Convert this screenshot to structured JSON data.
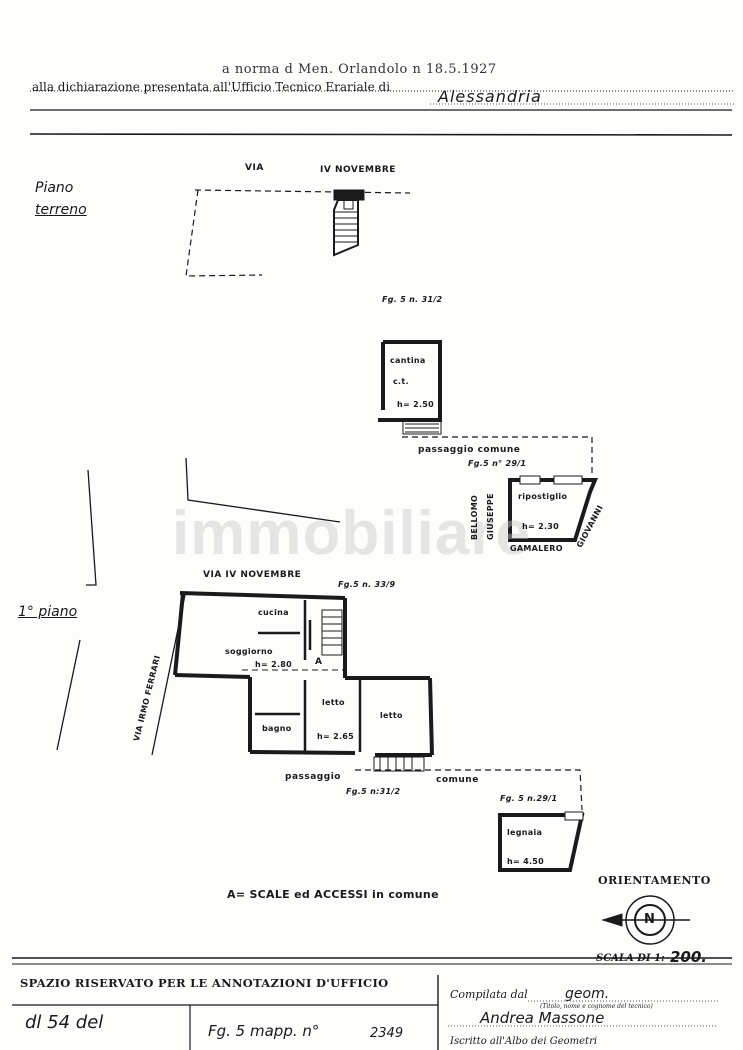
{
  "header": {
    "truncated_top": "a norma d Men. Orlandolo n 18.5.1927",
    "declaration": "alla dichiarazione presentata all'Ufficio Tecnico Erariale di",
    "city": "Alessandria"
  },
  "ground_floor": {
    "label_line1": "Piano",
    "label_line2": "terreno",
    "street_label_1": "VIA",
    "street_label_2": "IV NOVEMBRE",
    "parcel_31_2": "Fg. 5 n. 31/2",
    "cantina": "cantina",
    "cantina_ct": "c.t.",
    "cantina_h": "h= 2.50",
    "passage": "passaggio comune",
    "parcel_29_1": "Fg.5 n° 29/1",
    "ripostiglio": "ripostiglio",
    "ripostiglio_h": "h= 2.30",
    "neighbor_1a": "BELLOMO",
    "neighbor_1b": "GIUSEPPE",
    "neighbor_2a": "GAMALERO",
    "neighbor_2b": "GIOVANNI"
  },
  "first_floor": {
    "label": "1° piano",
    "street_label": "VIA   IV NOVEMBRE",
    "side_street": "VIA   IRMO FERRARI",
    "parcel_33_9": "Fg.5 n. 33/9",
    "cucina": "cucina",
    "soggiorno": "soggiorno",
    "h_280": "h= 2.80",
    "access_mark": "A",
    "letto_1": "letto",
    "letto_2": "letto",
    "bagno": "bagno",
    "h_265": "h= 2.65",
    "passage_left": "passaggio",
    "passage_right": "comune",
    "parcel_31_2": "Fg.5 n:31/2",
    "parcel_29_1": "Fg. 5 n.29/1",
    "legnaia": "legnaia",
    "legnaia_h": "h= 4.50"
  },
  "legend": {
    "access_note": "A= SCALE ed ACCESSI in comune"
  },
  "orientation": {
    "title": "ORIENTAMENTO",
    "north": "N",
    "scale_label": "SCALA DI 1:",
    "scale_value": "200."
  },
  "footer": {
    "reserved": "SPAZIO RISERVATO PER LE ANNOTAZIONI D'UFFICIO",
    "reg_note": "dl 54 del",
    "map_ref_label": "Fg. 5   mapp. n°",
    "map_ref_value": "2349",
    "compiled_by": "Compilata dal",
    "title_abbr": "geom.",
    "surveyor_hint": "(Titolo, nome e cognome del tecnico)",
    "surveyor": "Andrea   Massone",
    "registry_line": "Iscritto all'Albo dei Geometri"
  },
  "watermark": "immobiliare"
}
